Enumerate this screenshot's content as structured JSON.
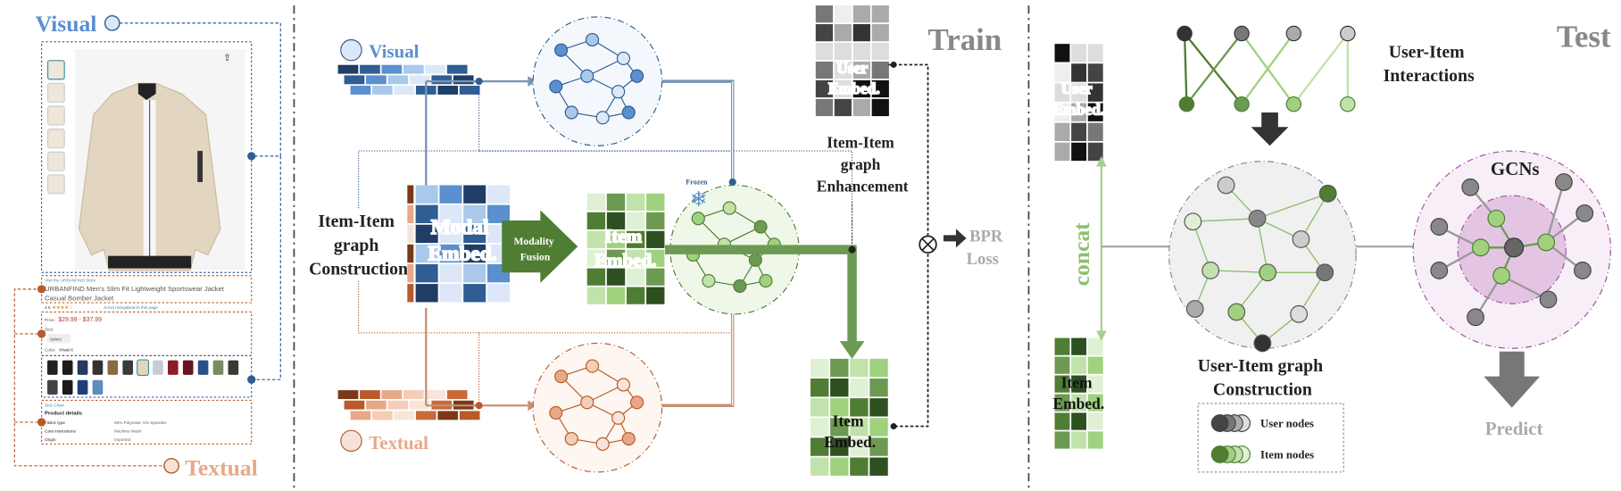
{
  "left_panel": {
    "visual_label": "Visual",
    "textual_label": "Textual",
    "product": {
      "store_link": "Visit the URBANFIND Store",
      "title_line1": "URBANFIND Men's Slim Fit Lightweight Sportswear Jacket",
      "title_line2": "Casual Bomber Jacket",
      "rating": "4.5",
      "stars": "★★★★☆",
      "ratings_count": "8,613 ratings",
      "search_link": "Search this page",
      "price_label": "Price:",
      "price": "$29.99 - $37.99",
      "size_label": "Size:",
      "size_select": "Select",
      "color_label": "Color:",
      "color_value": "Khaki K",
      "size_chart": "Size Chart",
      "details_heading": "Product details",
      "details": [
        {
          "key": "Fabric type",
          "value": "95% Polyester, 5% Spandex"
        },
        {
          "key": "Care instructions",
          "value": "Machine Wash"
        },
        {
          "key": "Origin",
          "value": "Imported"
        }
      ]
    }
  },
  "train": {
    "title": "Train",
    "visual_label": "Visual",
    "textual_label": "Textual",
    "item_item_construction": [
      "Item-Item",
      "graph",
      "Construction"
    ],
    "modal_embed": [
      "Modal",
      "Embed."
    ],
    "modality_fusion": [
      "Modality",
      "Fusion"
    ],
    "item_embed": [
      "Item",
      "Embed."
    ],
    "frozen": "Frozen",
    "user_embed": [
      "User",
      "Embed."
    ],
    "enhancement": [
      "Item-Item",
      "graph",
      "Enhancement"
    ],
    "item_embed_out": [
      "Item",
      "Embed."
    ],
    "bpr_loss": [
      "BPR",
      "Loss"
    ]
  },
  "test": {
    "title": "Test",
    "user_embed": [
      "User",
      "Embed."
    ],
    "item_embed": [
      "Item",
      "Embed."
    ],
    "concat": "concat",
    "interactions": [
      "User-Item",
      "Interactions"
    ],
    "gcns": "GCNs",
    "construction": [
      "User-Item graph",
      "Construction"
    ],
    "legend": [
      {
        "label": "User nodes",
        "color": "#555555"
      },
      {
        "label": "Item nodes",
        "color": "#4f8a3a"
      }
    ],
    "predict": "Predict"
  },
  "colors": {
    "visual": "#5b8fd0",
    "textual": "#e8a887",
    "blue_dark": "#2f5d94",
    "orange_dark": "#b85a2a",
    "green": "#4f7d33",
    "purple": "#c87bc8",
    "gray": "#888888"
  }
}
